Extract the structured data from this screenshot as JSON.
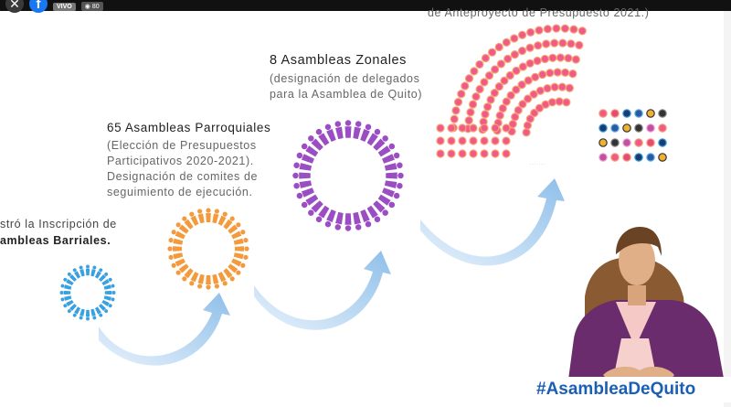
{
  "broadcast": {
    "close_icon": "close-icon",
    "platform_icon": "facebook-icon",
    "live_label": "VIVO",
    "viewer_count": "80"
  },
  "slide": {
    "barriales": {
      "line1": "stró la Inscripción de",
      "line2": "ambleas Barriales."
    },
    "parroquiales": {
      "heading": "65 Asambleas Parroquiales",
      "line1": "(Elección de Presupuestos",
      "line2": "Participativos 2020-2021).",
      "line3": "Designación de comites de",
      "line4": "seguimiento de ejecución."
    },
    "zonales": {
      "heading": "8 Asambleas Zonales",
      "line1": "(designación de delegados",
      "line2": "para la Asamblea de Quito)"
    },
    "quito": {
      "line1": "de Anteproyecto de Presupuesto 2021.)"
    }
  },
  "hashtag": "#AsambleaDeQuito",
  "colors": {
    "barriales": "#3aa0e0",
    "parroquiales": "#f39a3c",
    "zonales": "#9b4ec4",
    "seats_pink": "#f05a8a",
    "seats_orange": "#f7a070",
    "arrow": "#9ec8ec",
    "hashtag": "#1a5fb4"
  }
}
